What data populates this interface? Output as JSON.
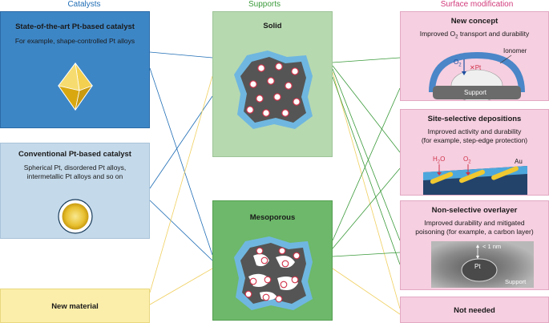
{
  "headers": {
    "catalysts": "Catalysts",
    "supports": "Supports",
    "surface": "Surface modification"
  },
  "colors": {
    "catalyst_blue": "#1f6db5",
    "support_green": "#3a9a3a",
    "surface_pink": "#d13a7a",
    "yellow_line": "#f0d060"
  },
  "catalysts": {
    "state_of_art": {
      "title": "State-of-the-art Pt-based catalyst",
      "text": "For example, shape-controlled Pt alloys"
    },
    "conventional": {
      "title": "Conventional Pt-based catalyst",
      "text1": "Spherical Pt, disordered Pt alloys,",
      "text2": "intermetallic Pt alloys and so on"
    },
    "new_material": {
      "title": "New material"
    }
  },
  "supports": {
    "solid": {
      "title": "Solid"
    },
    "mesoporous": {
      "title": "Mesoporous"
    }
  },
  "surface": {
    "new_concept": {
      "title": "New concept",
      "text_pre": "Improved O",
      "text_sub": "2",
      "text_post": " transport and durability",
      "label_ionomer": "Ionomer",
      "label_o2": "O",
      "label_o2_sub": "2",
      "label_pt": "Pt",
      "label_support": "Support"
    },
    "site_selective": {
      "title": "Site-selective depositions",
      "text1": "Improved activity and durability",
      "text2": "(for example, step-edge protection)",
      "label_h2o_pre": "H",
      "label_h2o_sub": "2",
      "label_h2o_post": "O",
      "label_o2": "O",
      "label_o2_sub": "2",
      "label_au": "Au"
    },
    "non_selective": {
      "title": "Non-selective overlayer",
      "text1": "Improved durability and mitigated",
      "text2": "poisoning (for example, a carbon layer)",
      "label_nm": "< 1 nm",
      "label_pt": "Pt",
      "label_support": "Support"
    },
    "not_needed": {
      "title": "Not needed"
    }
  }
}
